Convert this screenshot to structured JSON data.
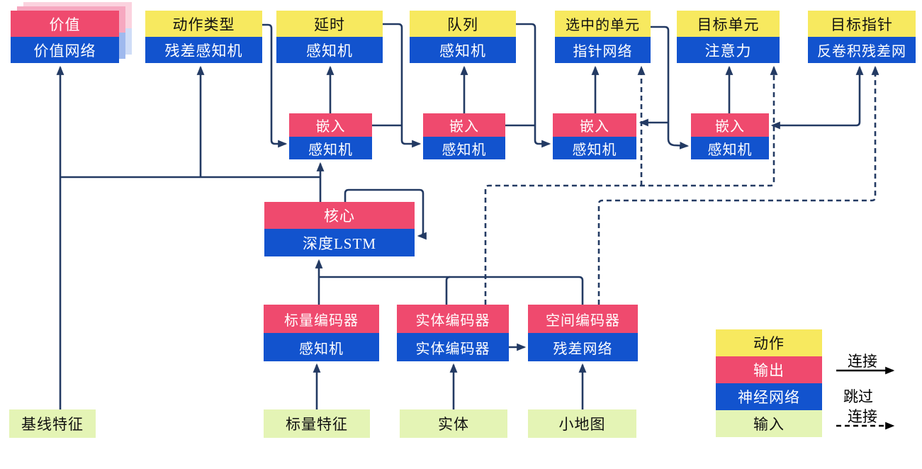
{
  "diagram": "agent-architecture",
  "nodes": {
    "value": {
      "top": "价值",
      "bottom": "价值网络"
    },
    "action_type": {
      "top": "动作类型",
      "bottom": "残差感知机"
    },
    "delay": {
      "top": "延时",
      "bottom": "感知机"
    },
    "queue": {
      "top": "队列",
      "bottom": "感知机"
    },
    "selected_units": {
      "top": "选中的单元",
      "bottom": "指针网络"
    },
    "target_unit": {
      "top": "目标单元",
      "bottom": "注意力"
    },
    "target_point": {
      "top": "目标指针",
      "bottom": "反卷积残差网"
    },
    "embed1": {
      "top": "嵌入",
      "bottom": "感知机"
    },
    "embed2": {
      "top": "嵌入",
      "bottom": "感知机"
    },
    "embed3": {
      "top": "嵌入",
      "bottom": "感知机"
    },
    "embed4": {
      "top": "嵌入",
      "bottom": "感知机"
    },
    "core": {
      "top": "核心",
      "bottom": "深度LSTM"
    },
    "scalar_encoder": {
      "top": "标量编码器",
      "bottom": "感知机"
    },
    "entity_encoder": {
      "top": "实体编码器",
      "bottom": "实体编码器"
    },
    "spatial_encoder": {
      "top": "空间编码器",
      "bottom": "残差网络"
    },
    "baseline_features": {
      "label": "基线特征"
    },
    "scalar_features": {
      "label": "标量特征"
    },
    "entities": {
      "label": "实体"
    },
    "minimap": {
      "label": "小地图"
    }
  },
  "legend": {
    "action": "动作",
    "output": "输出",
    "network": "神经网络",
    "input": "输入",
    "connection_label": "连接",
    "skip_label_line1": "跳过",
    "skip_label_line2": "连接"
  },
  "colors": {
    "action_yellow": "#F7E95F",
    "output_pink": "#EF4A6E",
    "network_blue": "#1253CE",
    "input_green": "#E4F4B5",
    "wire_navy": "#233A63",
    "legend_arrow_black": "#000000"
  }
}
